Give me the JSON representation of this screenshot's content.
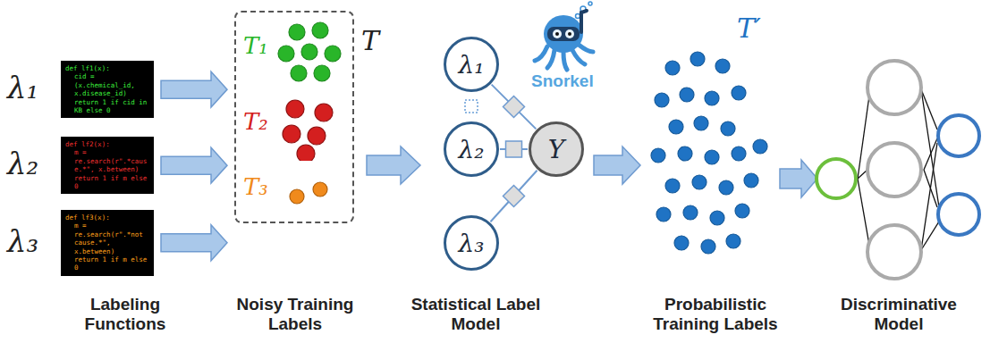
{
  "diagram": {
    "nodes": [
      {
        "text": [
          "def lf1(x):",
          "cid = (x.chemical_id, x.disease_id)",
          "return 1 if cid in KB else 0"
        ]
      },
      {
        "text": [
          "def lf2(x):",
          "m = re.search(r\".*cause.*\", x.between)",
          "return 1 if m else 0"
        ]
      },
      {
        "text": [
          "def lf3(x):",
          "m = re.search(r\".*not cause.*\", x.between)",
          "return 1 if m else 0"
        ]
      },
      {
        "text": [
          "T"
        ]
      },
      {
        "text": [
          "T₁"
        ],
        "in": 3
      },
      {
        "text": [
          "T₂"
        ],
        "in": 3
      },
      {
        "text": [
          "T₃"
        ],
        "in": 3
      },
      {
        "text": [
          "λ₁"
        ]
      },
      {
        "text": [
          "λ₂"
        ]
      },
      {
        "text": [
          "λ₃"
        ]
      },
      {
        "text": [
          "Y"
        ]
      },
      {
        "text": [
          "T′"
        ]
      }
    ],
    "edges": [
      {
        "from": 0,
        "to": 3,
        "arrow": "to"
      },
      {
        "from": 1,
        "to": 3,
        "arrow": "to"
      },
      {
        "from": 2,
        "to": 3,
        "arrow": "to"
      },
      {
        "from": 7,
        "to": 10,
        "arrow": "none"
      },
      {
        "from": 8,
        "to": 10,
        "arrow": "none"
      },
      {
        "from": 9,
        "to": 10,
        "arrow": "none"
      }
    ],
    "labels": [
      "λ₁",
      "λ₂",
      "λ₃",
      "Snorkel",
      "Labeling Functions",
      "Noisy Training Labels",
      "Statistical Label Model",
      "Probabilistic Training Labels",
      "Discriminative Model"
    ]
  }
}
